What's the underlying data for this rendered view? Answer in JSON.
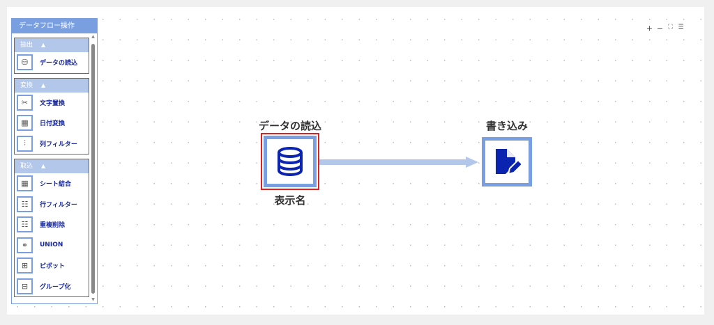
{
  "panel": {
    "title": "データフロー操作",
    "groups": [
      {
        "label": "抽出",
        "items": [
          {
            "label": "データの読込",
            "icon": "database-icon"
          }
        ]
      },
      {
        "label": "変換",
        "items": [
          {
            "label": "文字置換",
            "icon": "replace-icon"
          },
          {
            "label": "日付変換",
            "icon": "calendar-icon"
          },
          {
            "label": "列フィルター",
            "icon": "sliders-icon"
          }
        ]
      },
      {
        "label": "取込",
        "items": [
          {
            "label": "シート結合",
            "icon": "table-icon"
          },
          {
            "label": "行フィルター",
            "icon": "filter-icon"
          },
          {
            "label": "重複削除",
            "icon": "dedupe-icon"
          },
          {
            "label": "UNION",
            "icon": "union-icon"
          },
          {
            "label": "ピボット",
            "icon": "pivot-icon"
          },
          {
            "label": "グループ化",
            "icon": "group-icon"
          }
        ]
      }
    ]
  },
  "zoom_controls": {
    "in": "+",
    "out": "−",
    "fit": "⛶",
    "list": "☰"
  },
  "nodes": [
    {
      "title": "データの読込",
      "sublabel": "表示名",
      "icon": "database-icon"
    },
    {
      "title": "書き込み",
      "icon": "file-edit-icon"
    }
  ],
  "colors": {
    "accent": "#7a9fe0",
    "selected": "#e02020",
    "icon": "#0b24b0"
  }
}
